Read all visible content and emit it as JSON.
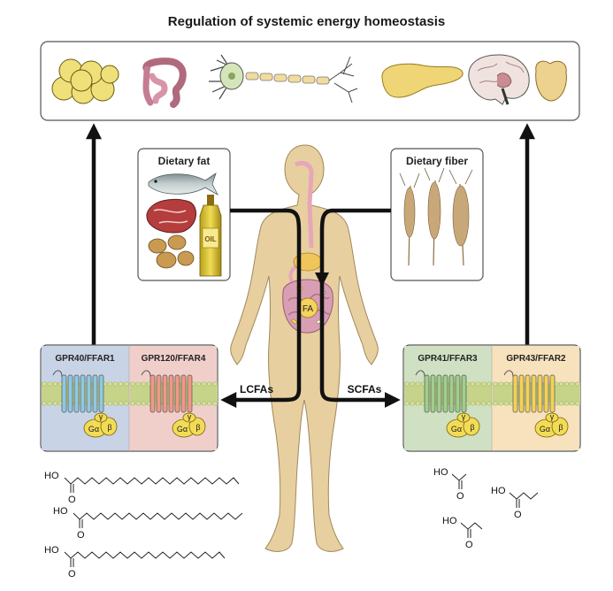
{
  "title": "Regulation of systemic energy homeostasis",
  "organs": [
    {
      "icon": "adipose-tissue-icon"
    },
    {
      "icon": "intestine-icon"
    },
    {
      "icon": "neuron-icon"
    },
    {
      "icon": "pancreas-icon"
    },
    {
      "icon": "brain-icon"
    },
    {
      "icon": "brown-adipose-icon"
    }
  ],
  "dietary_fat": {
    "label": "Dietary fat",
    "oil_label": "OIL"
  },
  "dietary_fiber": {
    "label": "Dietary fiber"
  },
  "body": {
    "fa_label": "FA"
  },
  "arrows": {
    "left_label": "LCFAs",
    "right_label": "SCFAs"
  },
  "receptors": [
    {
      "label": "GPR40/FFAR1",
      "bg": "#c9d3e6",
      "helix": "#8fc9e0"
    },
    {
      "label": "GPR120/FFAR4",
      "bg": "#f0cfcb",
      "helix": "#ef9a84"
    },
    {
      "label": "GPR41/FFAR3",
      "bg": "#cfe1c2",
      "helix": "#9fd089"
    },
    {
      "label": "GPR43/FFAR2",
      "bg": "#f7e2bd",
      "helix": "#f3d25a"
    }
  ],
  "g_protein": {
    "alpha": "Gα",
    "beta": "β",
    "gamma": "γ"
  },
  "chem": {
    "hydroxyl": "HO",
    "oxygen": "O"
  },
  "colors": {
    "skin": "#e8cf9f",
    "gut": "#d8a0b6",
    "membrane": "#c6d48a",
    "gprotein": "#f2dc55"
  }
}
